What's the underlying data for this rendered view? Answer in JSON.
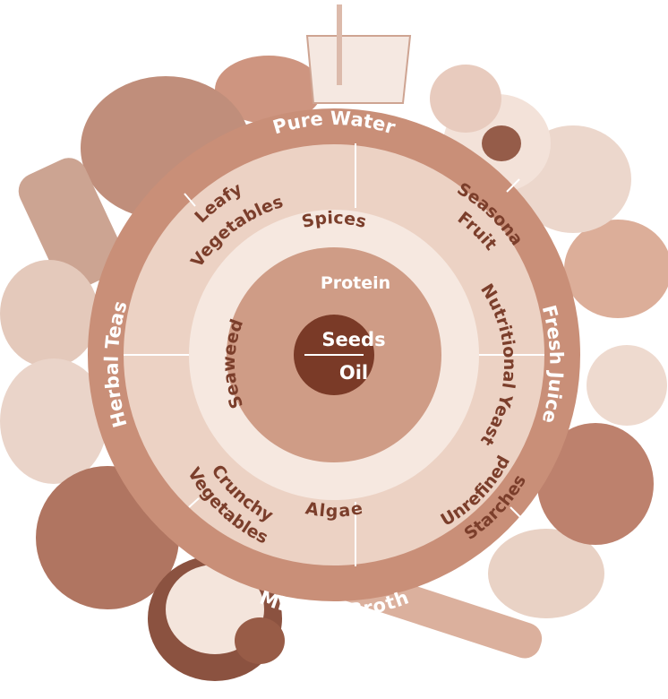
{
  "diagram": {
    "outer_ring": {
      "top": "Pure Water",
      "right": "Fresh Juice",
      "bottom": "Mineral Broth",
      "left": "Herbal Teas"
    },
    "middle_ring": {
      "top_left_line1": "Leafy",
      "top_left_line2": "Vegetables",
      "top_right_line1": "Seasonal",
      "top_right_line2": "Fruit",
      "bottom_left_line1": "Crunchy",
      "bottom_left_line2": "Vegetables",
      "bottom_right_line1": "Unrefined",
      "bottom_right_line2": "Starches"
    },
    "inner_ring": {
      "top": "Spices",
      "right": "Nutritional Yeast",
      "bottom": "Algae",
      "left": "Seaweed"
    },
    "core": {
      "top": "Protein"
    },
    "center": {
      "top": "Seeds",
      "bottom": "Oil"
    },
    "colors": {
      "outer_ring": "#c98f78",
      "middle_ring": "#ecd2c4",
      "inner_ring": "#f6e8e0",
      "core": "#cf9c86",
      "center": "#7a3a27",
      "outer_text": "#ffffff",
      "ring_text": "#7b3e2b",
      "divider": "#ffffff",
      "photo_tint": "#dcb8a6"
    }
  }
}
